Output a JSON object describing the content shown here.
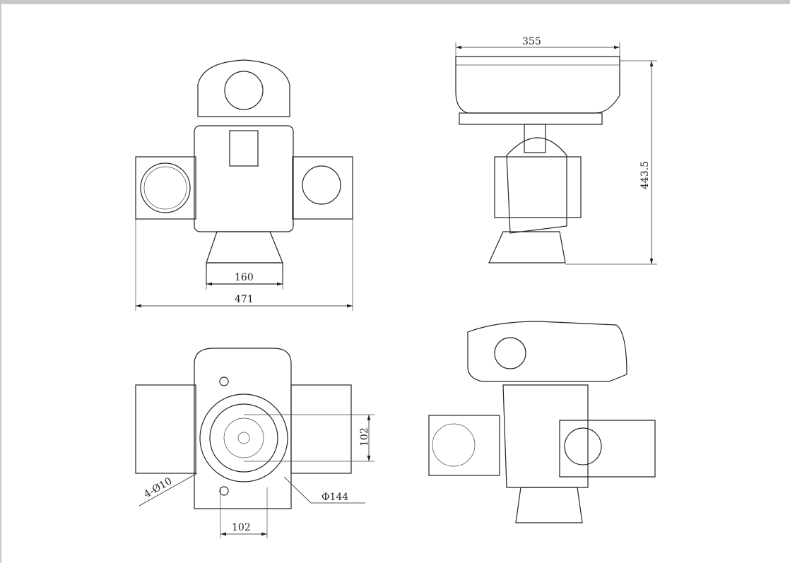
{
  "drawing": {
    "front_view": {
      "base_width": "160",
      "overall_width": "471"
    },
    "side_view": {
      "housing_length": "355",
      "overall_height": "443.5"
    },
    "bottom_view": {
      "hole_spacing_vertical": "102",
      "hole_spacing_horizontal": "102",
      "mounting_holes": "4-Ø10",
      "bolt_circle": "Φ144"
    },
    "iso_view": {}
  }
}
